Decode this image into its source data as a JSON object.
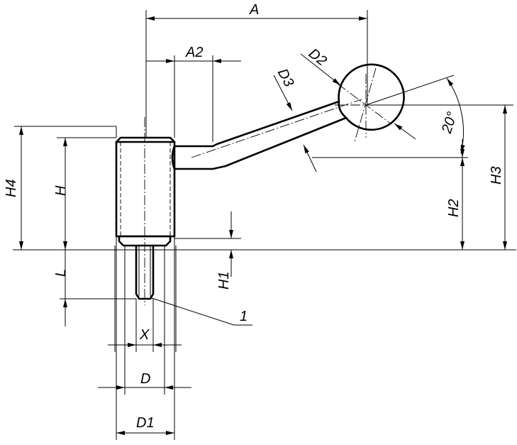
{
  "labels": {
    "A": "A",
    "A2": "A2",
    "D2": "D2",
    "D3": "D3",
    "angle": "20°",
    "H4": "H4",
    "H": "H",
    "H3": "H3",
    "H2": "H2",
    "H1": "H1",
    "L": "L",
    "callout": "1",
    "X": "X",
    "D": "D",
    "D1": "D1"
  }
}
